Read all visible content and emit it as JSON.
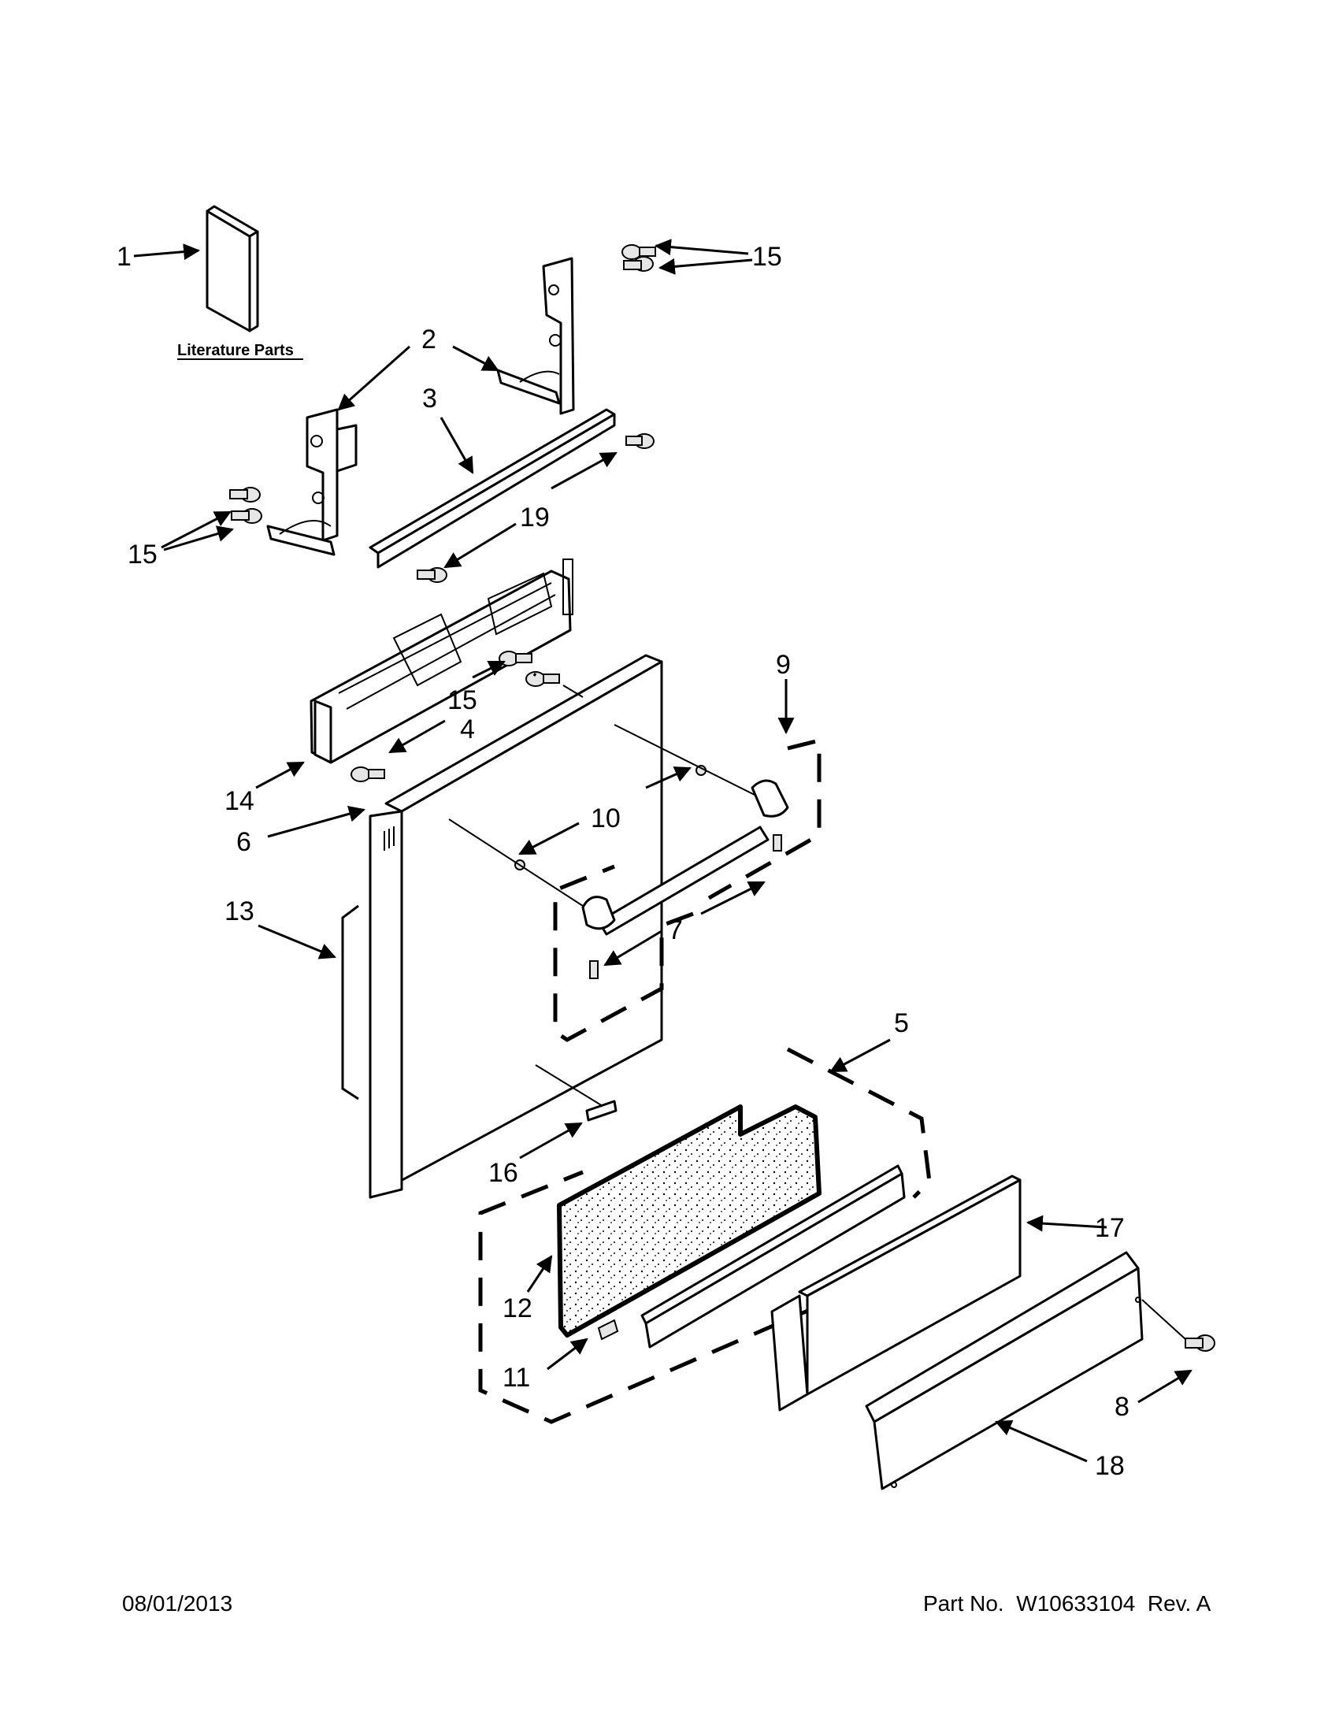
{
  "footer": {
    "date": "08/01/2013",
    "part_label": "Part No.",
    "part_number": "W10633104",
    "revision": "Rev. A"
  },
  "literature_label": "Literature Parts",
  "callouts": [
    {
      "id": "c1",
      "text": "1"
    },
    {
      "id": "c2",
      "text": "2"
    },
    {
      "id": "c3",
      "text": "3"
    },
    {
      "id": "c4",
      "text": "4"
    },
    {
      "id": "c5",
      "text": "5"
    },
    {
      "id": "c6",
      "text": "6"
    },
    {
      "id": "c7",
      "text": "7"
    },
    {
      "id": "c8",
      "text": "8"
    },
    {
      "id": "c9",
      "text": "9"
    },
    {
      "id": "c10",
      "text": "10"
    },
    {
      "id": "c11",
      "text": "11"
    },
    {
      "id": "c12",
      "text": "12"
    },
    {
      "id": "c13",
      "text": "13"
    },
    {
      "id": "c14",
      "text": "14"
    },
    {
      "id": "c15a",
      "text": "15"
    },
    {
      "id": "c15b",
      "text": "15"
    },
    {
      "id": "c15c",
      "text": "15"
    },
    {
      "id": "c16",
      "text": "16"
    },
    {
      "id": "c17",
      "text": "17"
    },
    {
      "id": "c18",
      "text": "18"
    },
    {
      "id": "c19",
      "text": "19"
    }
  ]
}
